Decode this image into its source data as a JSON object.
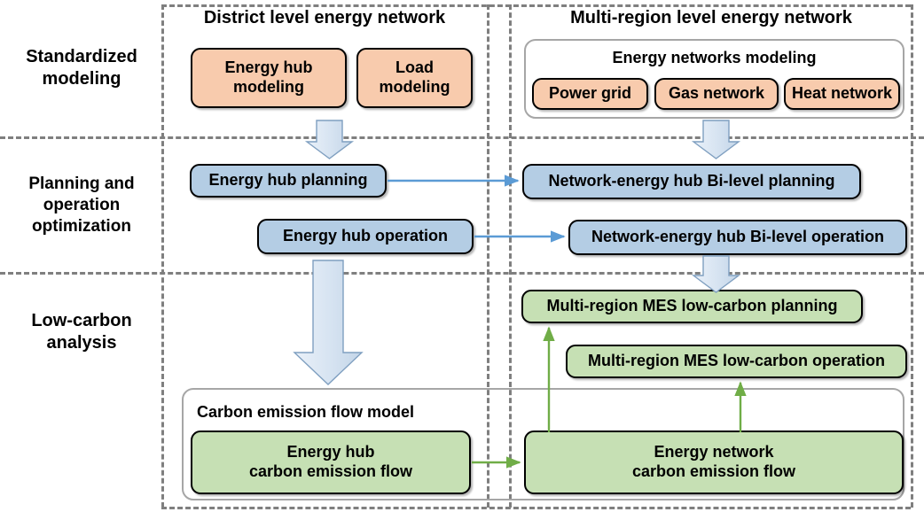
{
  "diagram": {
    "title": "Multi-energy system standardized modeling, planning/operation optimization and low-carbon analysis framework",
    "colors": {
      "orange_fill": "#F8CBAD",
      "blue_fill": "#B4CDE4",
      "green_fill": "#C6E0B4",
      "dashed_border": "#7F7F7F",
      "group_border": "#A6A6A6",
      "blue_arrow": "#5B9BD5",
      "green_arrow": "#70AD47",
      "block_arrow_fill": "#DCE6F1",
      "block_arrow_stroke": "#7F9FC0"
    }
  },
  "row_labels": [
    {
      "id": "standardized-modeling",
      "text": "Standardized\nmodeling"
    },
    {
      "id": "planning-operation-optimization",
      "text": "Planning and\noperation\noptimization"
    },
    {
      "id": "low-carbon-analysis",
      "text": "Low-carbon\nanalysis"
    }
  ],
  "column_titles": [
    {
      "id": "district-level",
      "text": "District level energy network"
    },
    {
      "id": "multi-region-level",
      "text": "Multi-region  level energy network"
    }
  ],
  "groups": [
    {
      "id": "energy-networks-modeling",
      "title": "Energy networks modeling"
    },
    {
      "id": "carbon-emission-flow-model",
      "title": "Carbon emission flow model"
    }
  ],
  "nodes": {
    "energy_hub_modeling": "Energy hub\nmodeling",
    "load_modeling": "Load\nmodeling",
    "power_grid": "Power grid",
    "gas_network": "Gas network",
    "heat_network": "Heat network",
    "energy_hub_planning": "Energy hub planning",
    "energy_hub_operation": "Energy hub operation",
    "network_eh_bilevel_planning": "Network-energy hub Bi-level planning",
    "network_eh_bilevel_operation": "Network-energy hub Bi-level operation",
    "mr_mes_lowcarbon_planning": "Multi-region MES low-carbon planning",
    "mr_mes_lowcarbon_operation": "Multi-region MES low-carbon operation",
    "eh_carbon_emission_flow": "Energy hub\ncarbon emission flow",
    "en_carbon_emission_flow": "Energy network\ncarbon emission flow"
  },
  "connectors": [
    {
      "id": "eh-planning-to-network-planning",
      "kind": "thin-arrow",
      "color": "#5B9BD5"
    },
    {
      "id": "eh-operation-to-network-operation",
      "kind": "thin-arrow",
      "color": "#5B9BD5"
    },
    {
      "id": "eh-cef-to-en-cef",
      "kind": "thin-arrow",
      "color": "#70AD47"
    },
    {
      "id": "en-cef-to-mr-planning",
      "kind": "thin-arrow",
      "color": "#70AD47"
    },
    {
      "id": "en-cef-to-mr-operation",
      "kind": "thin-arrow",
      "color": "#70AD47"
    },
    {
      "id": "modeling-to-planning-left",
      "kind": "block-arrow"
    },
    {
      "id": "modeling-to-planning-right",
      "kind": "block-arrow"
    },
    {
      "id": "planning-to-lowcarbon-left",
      "kind": "block-arrow-long"
    },
    {
      "id": "planning-to-lowcarbon-right",
      "kind": "block-arrow"
    }
  ]
}
